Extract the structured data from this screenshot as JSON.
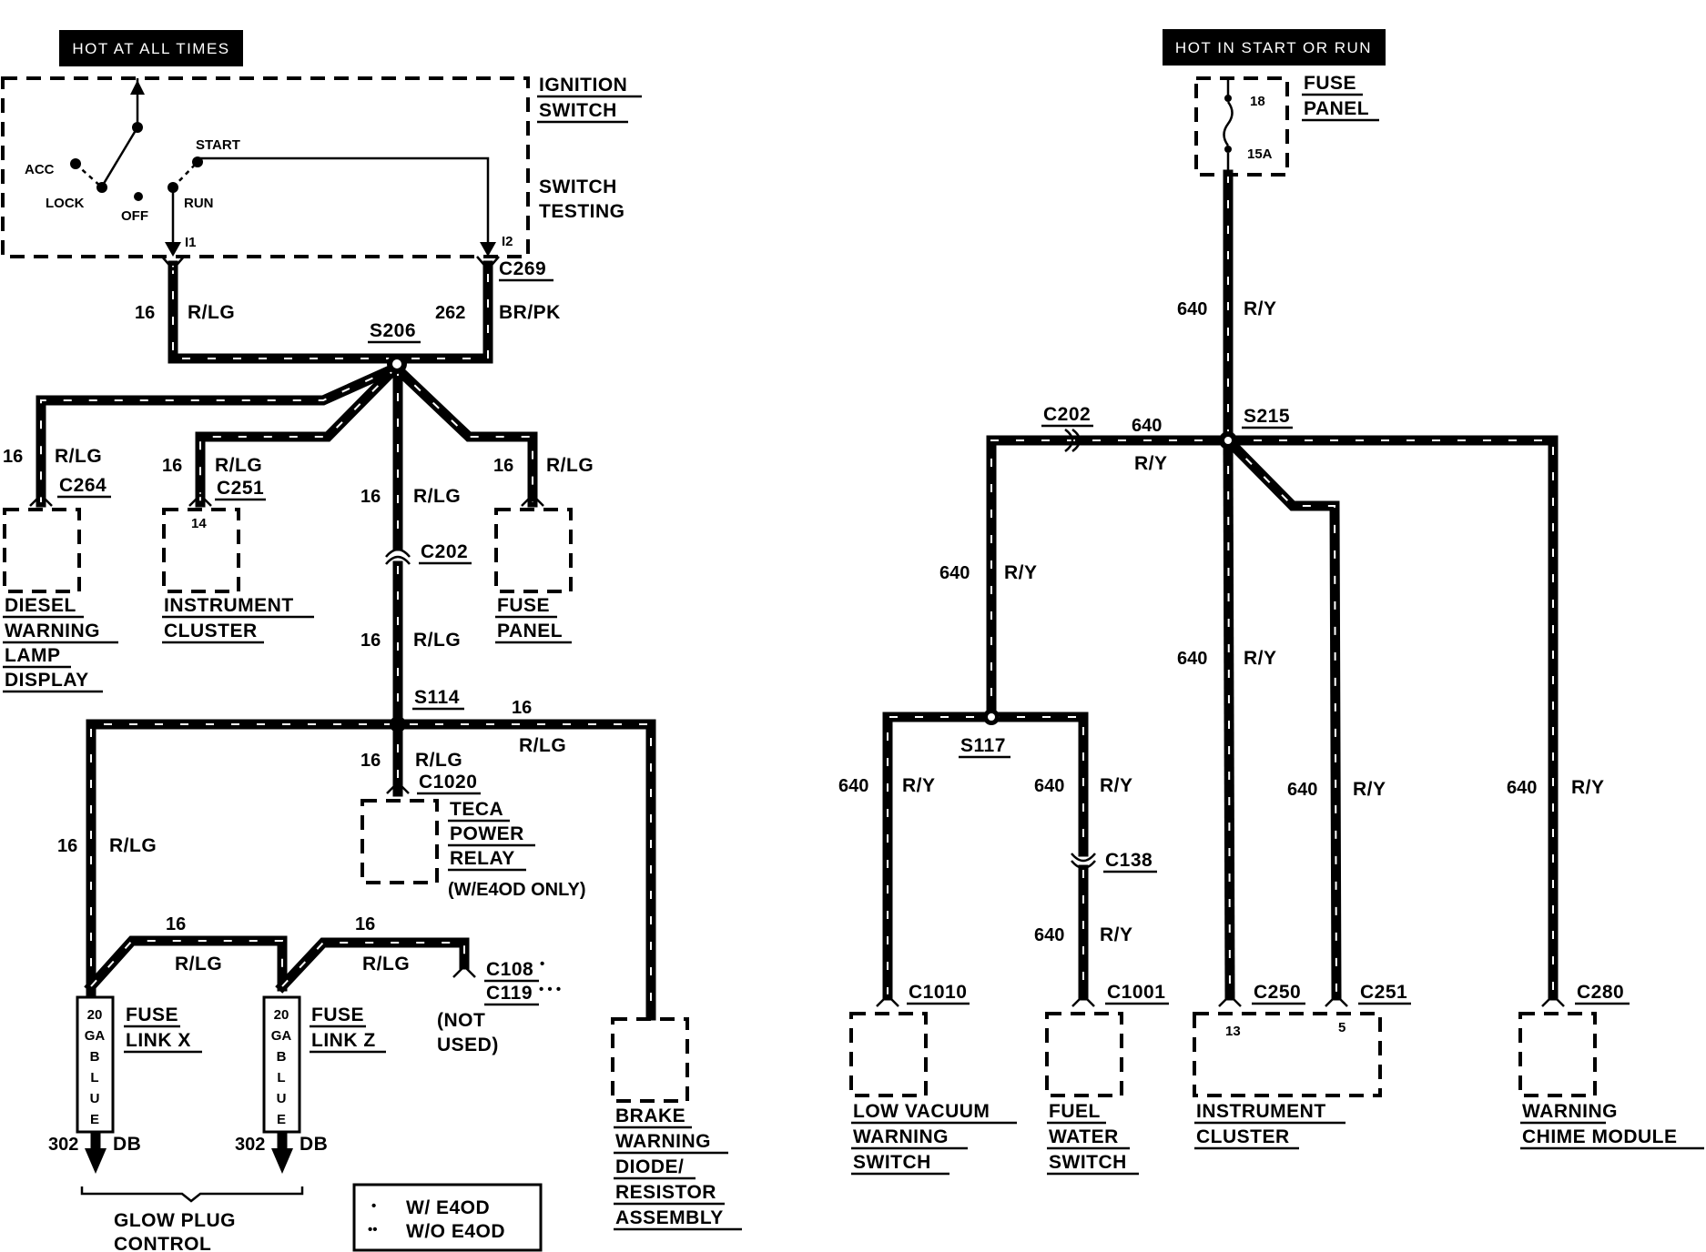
{
  "headers": {
    "hot_at_all_times": "HOT AT ALL TIMES",
    "hot_in_start_or_run": "HOT IN START OR RUN"
  },
  "ignition": {
    "name_line1": "IGNITION",
    "name_line2": "SWITCH",
    "testing_line1": "SWITCH",
    "testing_line2": "TESTING",
    "acc": "ACC",
    "lock": "LOCK",
    "off": "OFF",
    "run": "RUN",
    "start": "START",
    "i1": "I1",
    "i2": "I2"
  },
  "left": {
    "c269": "C269",
    "s206": "S206",
    "w16_a": "16",
    "rlg_a": "R/LG",
    "w262": "262",
    "brpk": "BR/PK",
    "diesel": {
      "gauge": "16",
      "color": "R/LG",
      "conn": "C264",
      "line1": "DIESEL",
      "line2": "WARNING",
      "line3": "LAMP",
      "line4": "DISPLAY"
    },
    "cluster": {
      "gauge": "16",
      "color": "R/LG",
      "conn": "C251",
      "pin": "14",
      "line1": "INSTRUMENT",
      "line2": "CLUSTER"
    },
    "fuse": {
      "gauge": "16",
      "color": "R/LG",
      "line1": "FUSE",
      "line2": "PANEL"
    },
    "trunk_gauge1": "16",
    "trunk_color1": "R/LG",
    "c202": "C202",
    "trunk_gauge2": "16",
    "trunk_color2": "R/LG",
    "s114": "S114",
    "right16": "16",
    "right_rlg": "R/LG",
    "teca": {
      "gauge": "16",
      "color": "R/LG",
      "conn": "C1020",
      "line1": "TECA",
      "line2": "POWER",
      "line3": "RELAY",
      "note": "(W/E4OD ONLY)"
    },
    "glow_gauge": "16",
    "glow_color": "R/LG",
    "fl_x": {
      "gauge": "16",
      "color": "R/LG",
      "link": [
        "20",
        "GA",
        "B",
        "L",
        "U",
        "E"
      ],
      "line1": "FUSE",
      "line2": "LINK X",
      "out_wire": "302",
      "out_color": "DB"
    },
    "fl_z": {
      "gauge": "16",
      "color": "R/LG",
      "link": [
        "20",
        "GA",
        "B",
        "L",
        "U",
        "E"
      ],
      "line1": "FUSE",
      "line2": "LINK Z",
      "out_wire": "302",
      "out_color": "DB"
    },
    "c108": "C108",
    "c119": "C119",
    "notused1": "(NOT",
    "notused2": "USED)",
    "glow_line1": "GLOW PLUG",
    "glow_line2": "CONTROL",
    "brake": {
      "line1": "BRAKE",
      "line2": "WARNING",
      "line3": "DIODE/",
      "line4": "RESISTOR",
      "line5": "ASSEMBLY"
    },
    "legend": {
      "one": "W/ E4OD",
      "two": "W/O E4OD"
    }
  },
  "right": {
    "fuse": {
      "pin": "18",
      "amp": "15A",
      "line1": "FUSE",
      "line2": "PANEL"
    },
    "main_wire": "640",
    "main_color": "R/Y",
    "s215": "S215",
    "c202": "C202",
    "c202_wire": "640",
    "c202_color": "R/Y",
    "lv_trunk_wire": "640",
    "lv_trunk_color": "R/Y",
    "s117": "S117",
    "lv": {
      "wire": "640",
      "color": "R/Y",
      "conn": "C1010",
      "line1": "LOW VACUUM",
      "line2": "WARNING",
      "line3": "SWITCH"
    },
    "fw": {
      "wire": "640",
      "color": "R/Y",
      "conn1": "C138",
      "wire2": "640",
      "color2": "R/Y",
      "conn": "C1001",
      "line1": "FUEL",
      "line2": "WATER",
      "line3": "SWITCH"
    },
    "ic": {
      "wire": "640",
      "color": "R/Y",
      "conn": "C250",
      "pin": "13",
      "wire2": "640",
      "color2": "R/Y",
      "conn2": "C251",
      "pin2": "5",
      "line1": "INSTRUMENT",
      "line2": "CLUSTER"
    },
    "chime": {
      "wire": "640",
      "color": "R/Y",
      "conn": "C280",
      "line1": "WARNING",
      "line2": "CHIME MODULE"
    }
  }
}
